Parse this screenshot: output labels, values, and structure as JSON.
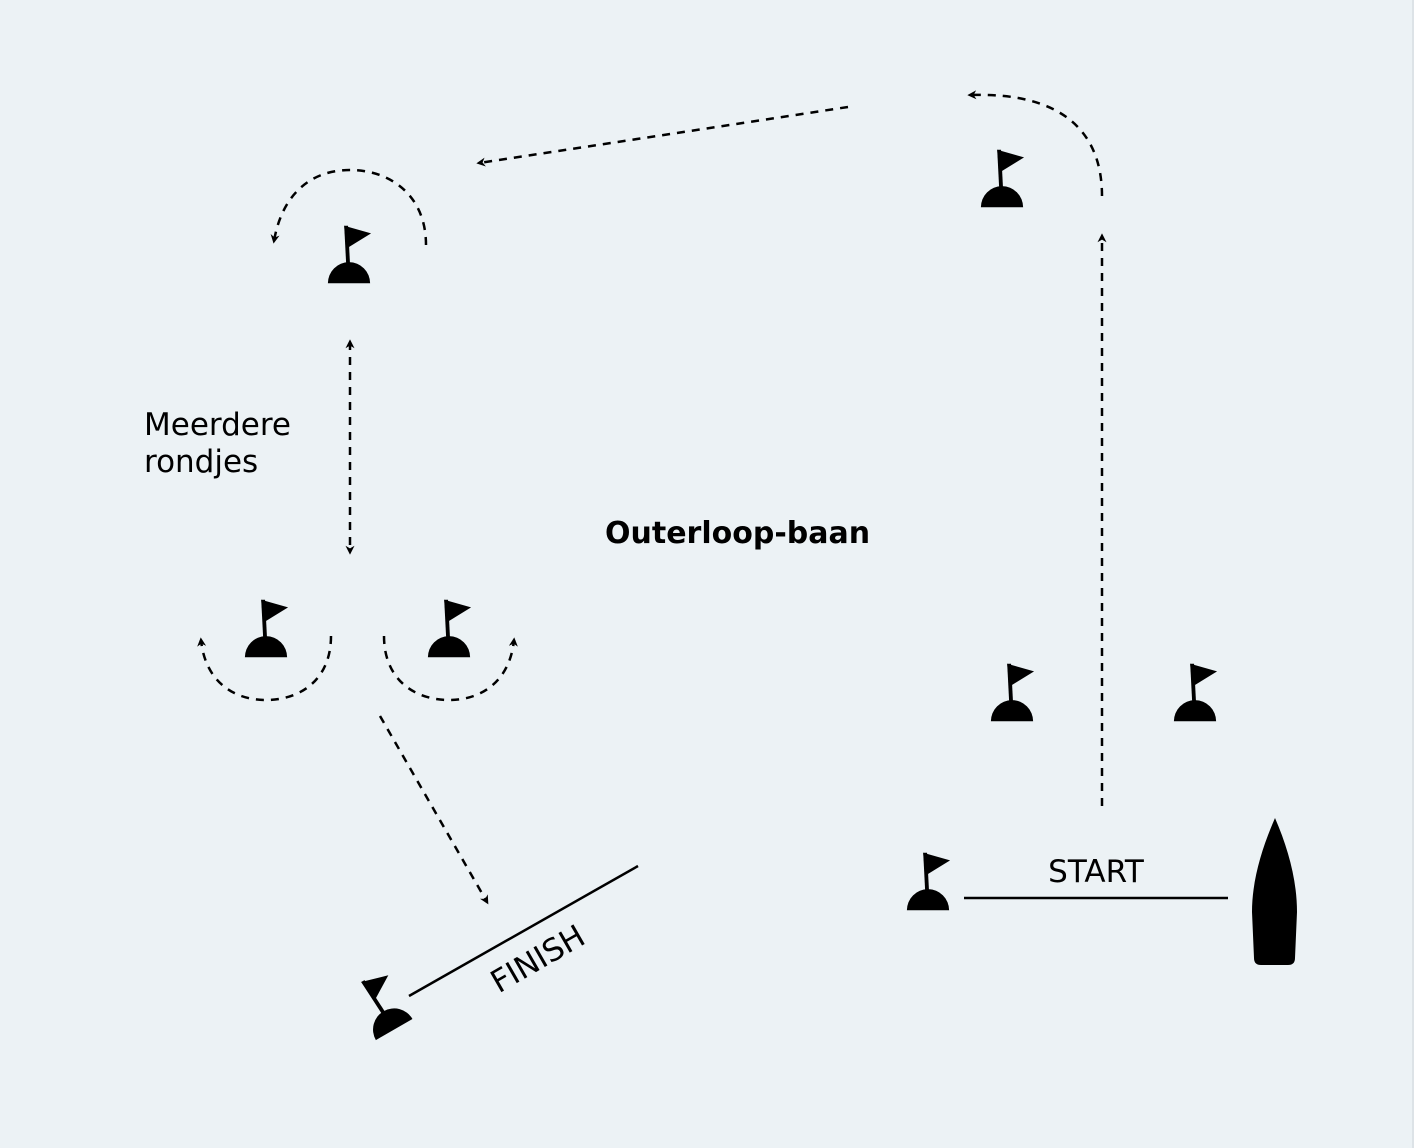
{
  "title": "Outerloop-baan",
  "note": {
    "line1": "Meerdere",
    "line2": "rondjes"
  },
  "start_label": "START",
  "finish_label": "FINISH",
  "icons": {
    "buoy": "buoy-flag-icon",
    "boat": "committee-boat-icon"
  },
  "colors": {
    "background": "#ecf2f5",
    "ink": "#000000"
  }
}
